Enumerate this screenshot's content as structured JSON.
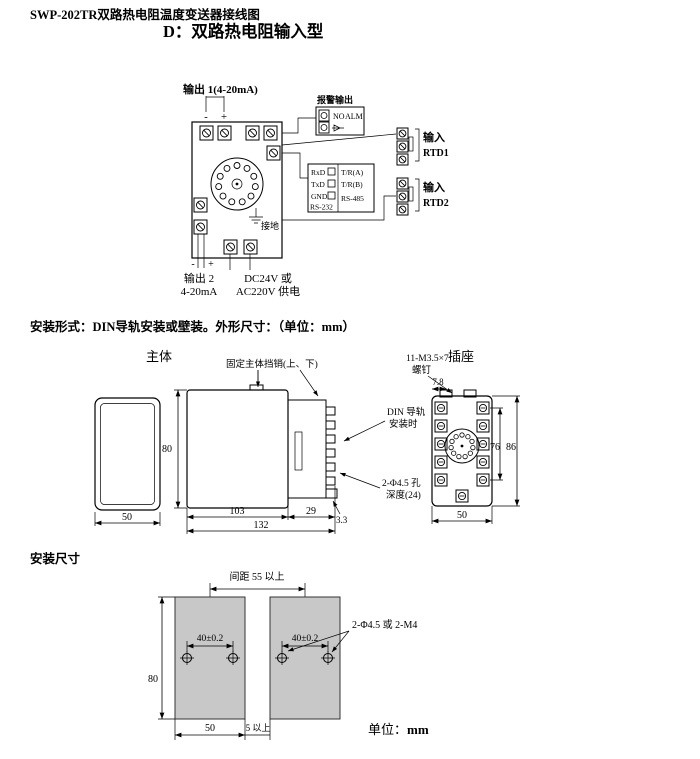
{
  "header": {
    "doc_title": "SWP-202TR双路热电阻温度变送器接线图",
    "section_title": "D：双路热电阻输入型"
  },
  "wiring": {
    "output1_label": "输出 1(4-20mA)",
    "minus": "-",
    "plus": "+",
    "alarm_title": "报警输出",
    "alarm_no": "NO",
    "alarm_alm": "ALM",
    "serial": {
      "rxd": "RxD",
      "txd": "TxD",
      "gnd": "GND",
      "rs232": "RS-232",
      "rs485": "RS-485",
      "tr_a": "T/R(A)",
      "tr_b": "T/R(B)"
    },
    "rtd1": {
      "input": "输入",
      "name": "RTD1"
    },
    "rtd2": {
      "input": "输入",
      "name": "RTD2"
    },
    "ground_label": "接地",
    "output2_line1": "输出 2",
    "output2_line2": "4-20mA",
    "power_line1": "DC24V 或",
    "power_line2": "AC220V 供电"
  },
  "outline": {
    "form_text": "安装形式：DIN导轨安装或壁装。外形尺寸：（单位：mm）",
    "main_body_label": "主体",
    "socket_label": "插座",
    "stopper_label": "固定主体挡销(上、下)",
    "screw_line1": "11-M3.5×7",
    "screw_line2": "螺钉",
    "din_line1": "DIN 导轨",
    "din_line2": "安装时",
    "hole_line1": "2-Φ4.5 孔",
    "hole_line2": "深度(24)",
    "front_width": "50",
    "body_height": "80",
    "body_depth": "103",
    "socket_depth": "29",
    "total_depth": "132",
    "rail_offset": "3.3",
    "socket_top_offset": "7.8",
    "socket_pitch": "76",
    "socket_height": "86",
    "socket_width": "50"
  },
  "install": {
    "title": "安装尺寸",
    "panel_color": "#c8c8c8",
    "spacing_label": "间距 55 以上",
    "hole_pitch_left": "40±0.2",
    "hole_pitch_right": "40±0.2",
    "hole_spec": "2-Φ4.5 或 2-M4",
    "height": "80",
    "width": "50",
    "gap": "5 以上",
    "unit_prefix": "单位：",
    "unit_value": "mm"
  }
}
